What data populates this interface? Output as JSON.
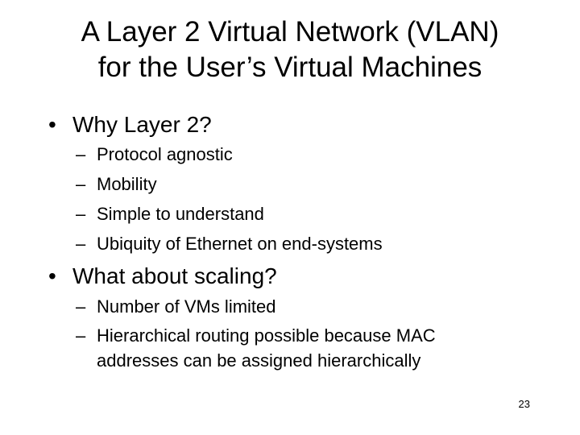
{
  "slide": {
    "title_line1": "A Layer 2 Virtual Network (VLAN)",
    "title_line2": "for the User’s Virtual Machines",
    "bullet_marker": "•",
    "dash_marker": "–",
    "bullets": [
      {
        "text": "Why Layer 2?",
        "subs": [
          "Protocol agnostic",
          "Mobility",
          "Simple to understand",
          "Ubiquity of Ethernet on end-systems"
        ]
      },
      {
        "text": "What about scaling?",
        "subs": [
          "Number of VMs limited",
          "Hierarchical routing possible because MAC"
        ],
        "continuation": "addresses can be assigned hierarchically"
      }
    ],
    "page_number": "23"
  }
}
